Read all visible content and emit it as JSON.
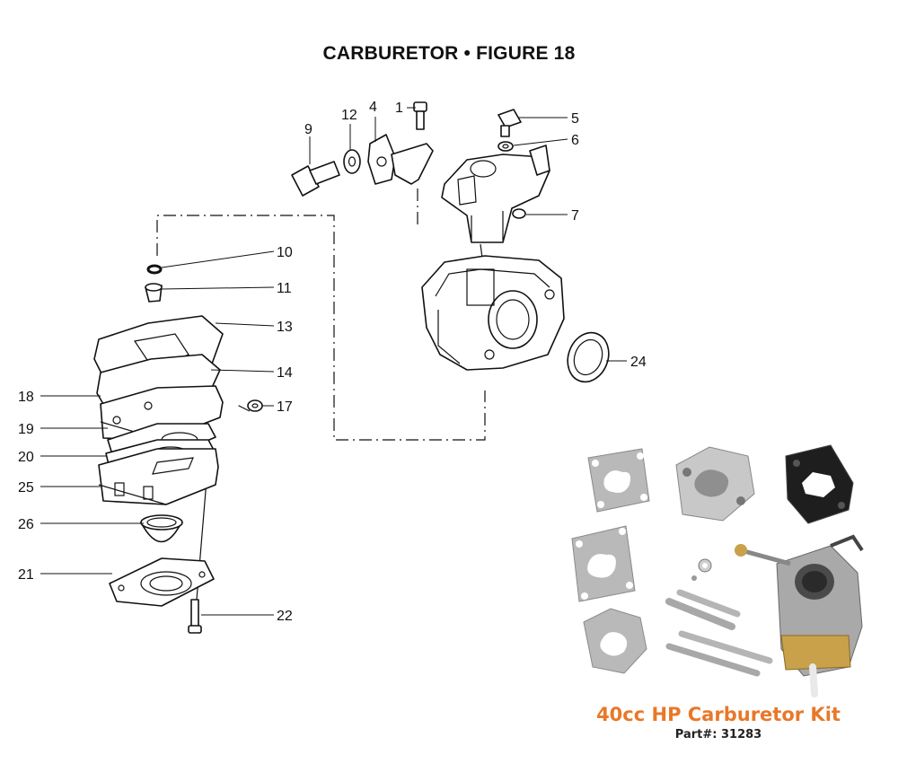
{
  "title": "CARBURETOR  •  FIGURE 18",
  "callouts": {
    "c1": "1",
    "c4": "4",
    "c5": "5",
    "c6": "6",
    "c7": "7",
    "c9": "9",
    "c10": "10",
    "c11": "11",
    "c12": "12",
    "c13": "13",
    "c14": "14",
    "c17": "17",
    "c18": "18",
    "c19": "19",
    "c20": "20",
    "c21": "21",
    "c22": "22",
    "c24": "24",
    "c25": "25",
    "c26": "26"
  },
  "kit": {
    "title": "40cc HP Carburetor Kit",
    "part_number": "Part#: 31283"
  },
  "colors": {
    "kit_title": "#e8782a",
    "gasket": "#b9b9b9",
    "spacer_black": "#1e1e1e",
    "metal": "#c8c8c8",
    "brass": "#c9a14a"
  }
}
